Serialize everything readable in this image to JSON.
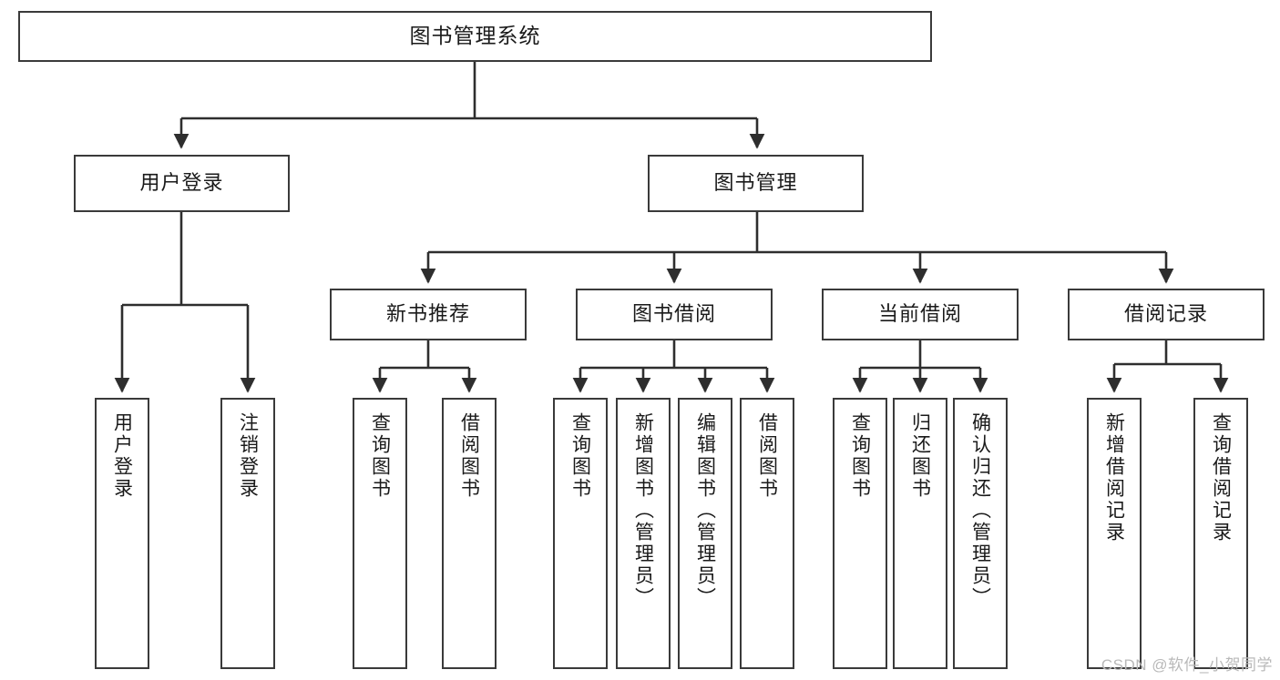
{
  "diagram": {
    "type": "hierarchy-tree",
    "title": "图书管理系统",
    "colors": {
      "box_border": "#3a3a3a",
      "box_fill": "#ffffff",
      "connector": "#2e2e2e",
      "text": "#1a1a1a",
      "watermark": "#b9b9b9"
    },
    "root": {
      "label": "图书管理系统"
    },
    "level1": [
      {
        "label": "用户登录"
      },
      {
        "label": "图书管理"
      }
    ],
    "level2": [
      {
        "label": "新书推荐"
      },
      {
        "label": "图书借阅"
      },
      {
        "label": "当前借阅"
      },
      {
        "label": "借阅记录"
      }
    ],
    "leaves_user_login": [
      {
        "label": "用户登录"
      },
      {
        "label": "注销登录"
      }
    ],
    "leaves_new_book": [
      {
        "label": "查询图书"
      },
      {
        "label": "借阅图书"
      }
    ],
    "leaves_borrow": [
      {
        "label": "查询图书"
      },
      {
        "label": "新增图书（管理员）"
      },
      {
        "label": "编辑图书（管理员）"
      },
      {
        "label": "借阅图书"
      }
    ],
    "leaves_current": [
      {
        "label": "查询图书"
      },
      {
        "label": "归还图书"
      },
      {
        "label": "确认归还（管理员）"
      }
    ],
    "leaves_records": [
      {
        "label": "新增借阅记录"
      },
      {
        "label": "查询借阅记录"
      }
    ]
  },
  "watermark": {
    "text": "CSDN @软件_小贺同学"
  }
}
